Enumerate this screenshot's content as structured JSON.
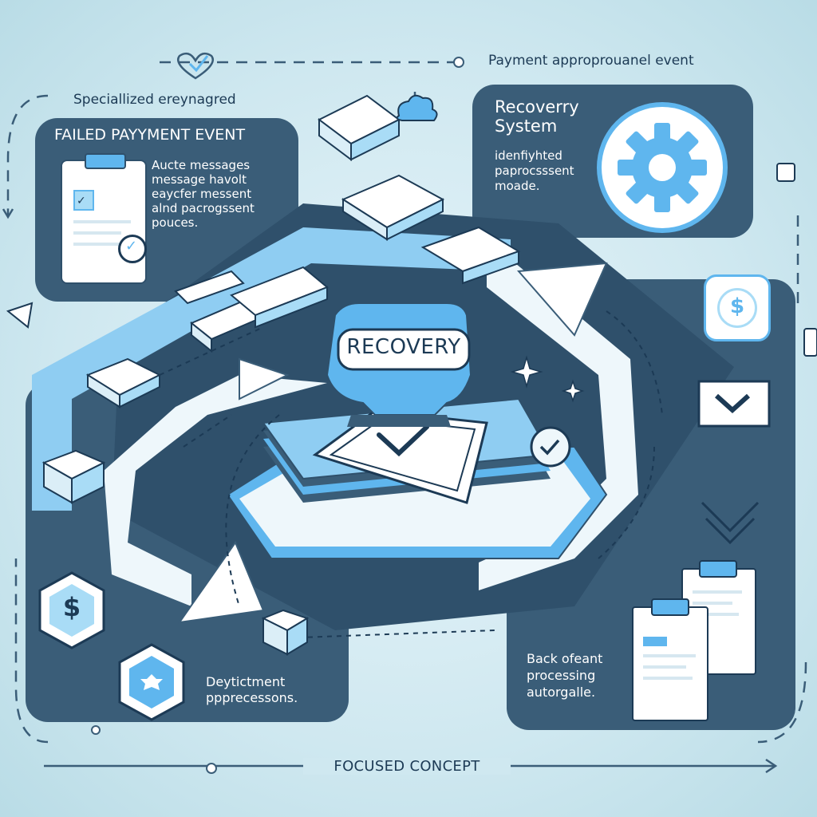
{
  "top_right_caption": "Payment approprouanel event",
  "top_left_caption": "Speciallized ereynagred",
  "failed_card": {
    "title": "FAILED PAYYMENT EVENT",
    "line1": "Aucte messages",
    "line2": "message havolt",
    "line3": "eaycfer messent",
    "line4": "alnd pacrogssent",
    "line5": "pouces."
  },
  "recovery_system_card": {
    "title1": "Recoverry",
    "title2": "System",
    "line1": "idenfiyhted",
    "line2": "paprocsssent",
    "line3": "moade."
  },
  "center_label": "RECOVERY",
  "bottom_left_text": {
    "line1": "Deytictment",
    "line2": "ppprecessons."
  },
  "bottom_right_text": {
    "line1": "Back ofeant",
    "line2": "processing",
    "line3": "autorgalle."
  },
  "footer_label": "FOCUSED CONCEPT",
  "currency_symbol": "$",
  "colors": {
    "panel": "#3a5d78",
    "accent_blue": "#5fb6ee",
    "light_blue": "#a9dcf6",
    "dark_text": "#1c3a55"
  }
}
